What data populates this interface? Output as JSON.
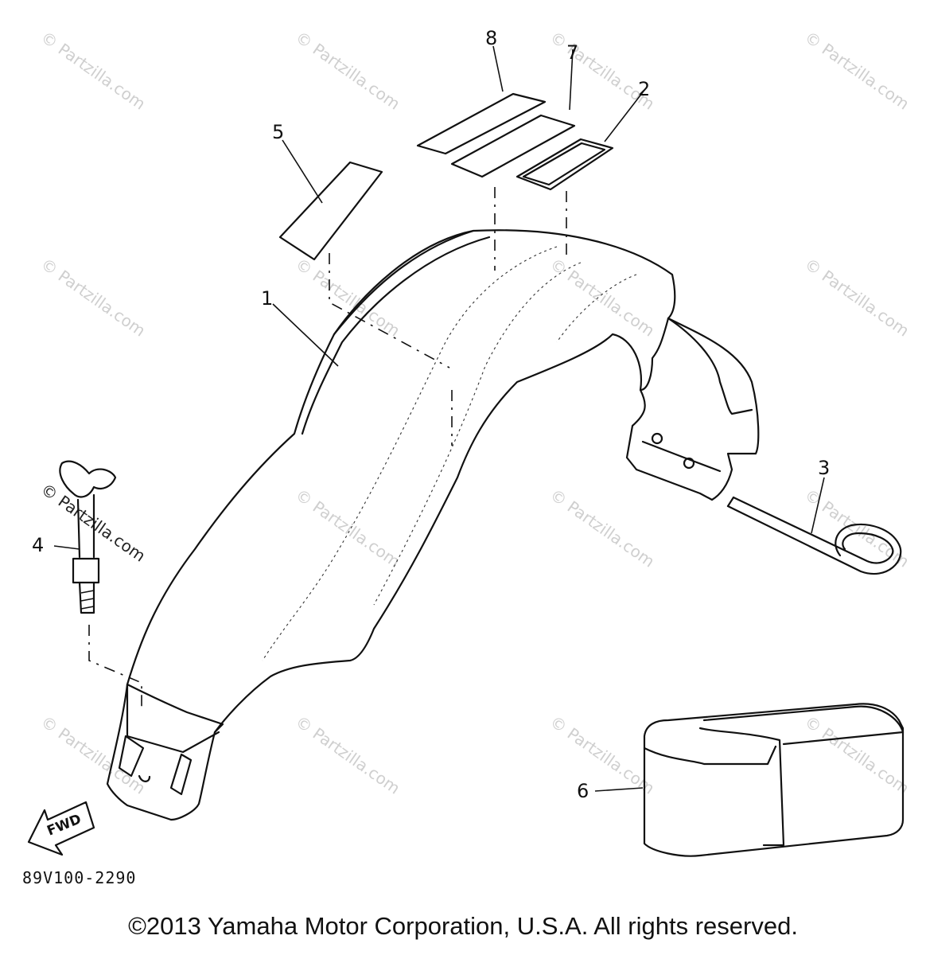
{
  "diagram": {
    "callouts": {
      "c1": "1",
      "c2": "2",
      "c3": "3",
      "c4": "4",
      "c5": "5",
      "c6": "6",
      "c7": "7",
      "c8": "8"
    },
    "drawing_code": "89V100-2290",
    "fwd_label": "FWD",
    "watermark": "© Partzilla.com"
  },
  "copyright": "©2013 Yamaha Motor Corporation, U.S.A. All rights reserved."
}
